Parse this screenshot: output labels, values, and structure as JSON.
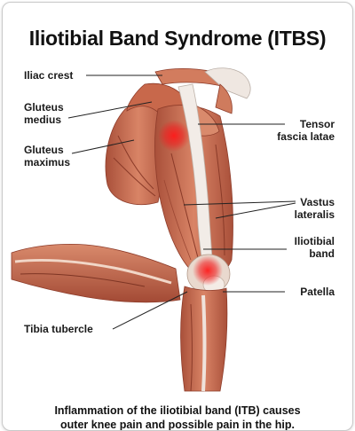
{
  "title": "Iliotibial Band Syndrome (ITBS)",
  "labels": {
    "iliac_crest": "Iliac crest",
    "gluteus_medius": "Gluteus\nmedius",
    "gluteus_maximus": "Gluteus\nmaximus",
    "tensor_fascia_latae": "Tensor\nfascia latae",
    "vastus_lateralis": "Vastus\nlateralis",
    "iliotibial_band": "Iliotibial\nband",
    "patella": "Patella",
    "tibia_tubercle": "Tibia tubercle"
  },
  "caption": "Inflammation of the iliotibial band (ITB) causes\nouter knee pain and possible pain in the hip.",
  "colors": {
    "muscle": "#c46a4d",
    "muscle_light": "#e0a084",
    "tendon": "#efe9e4",
    "pain": "#e8141e",
    "line": "#222222"
  }
}
